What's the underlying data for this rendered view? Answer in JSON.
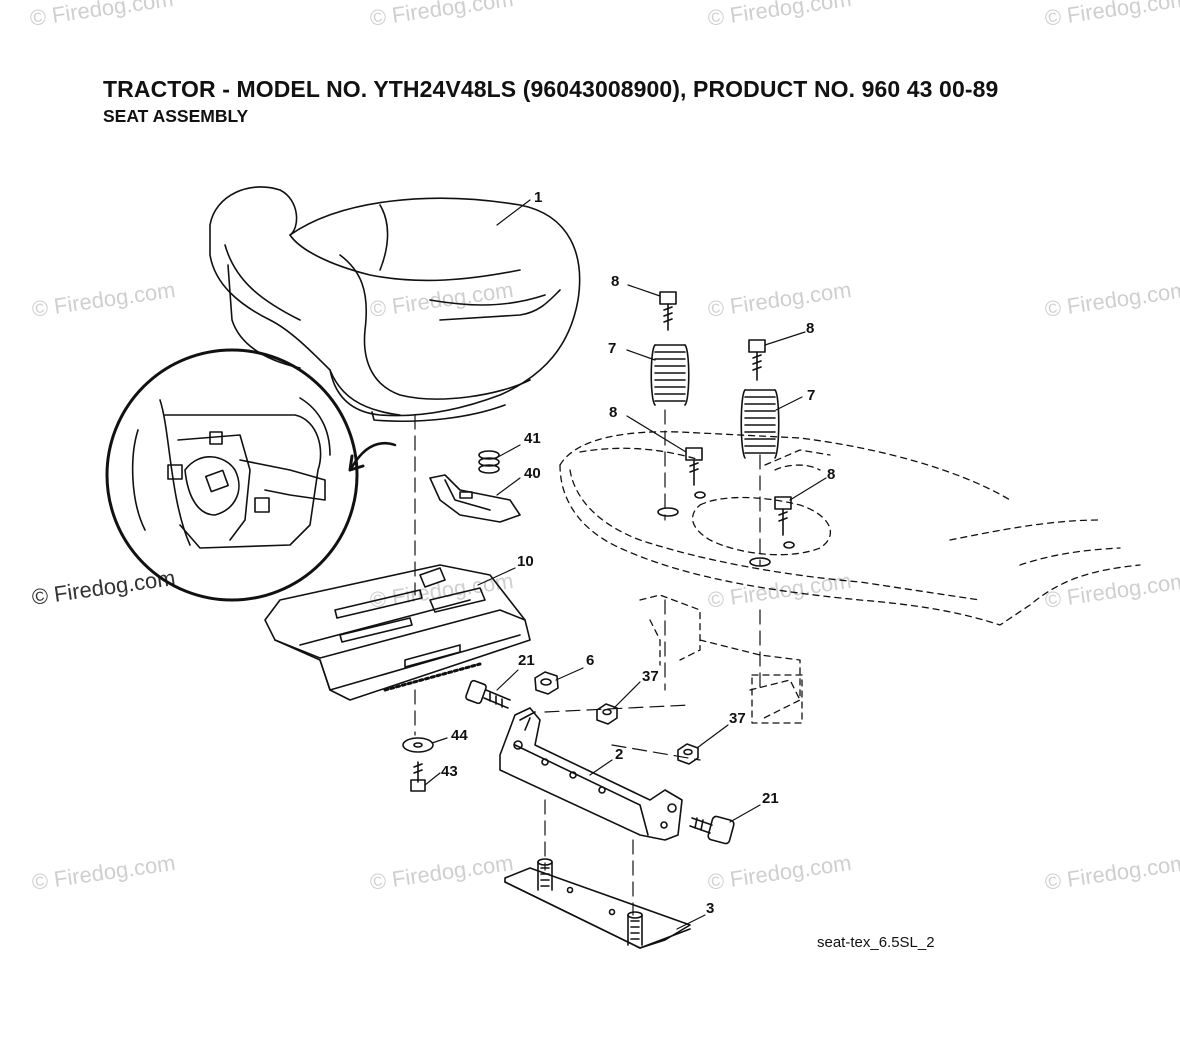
{
  "header": {
    "title": "TRACTOR - MODEL NO. YTH24V48LS (96043008900), PRODUCT NO. 960 43 00-89",
    "subtitle": "SEAT ASSEMBLY"
  },
  "watermark": "© Firedog.com",
  "image_reference": "seat-tex_6.5SL_2",
  "callouts": [
    {
      "id": "c1",
      "label": "1"
    },
    {
      "id": "c8a",
      "label": "8"
    },
    {
      "id": "c7a",
      "label": "7"
    },
    {
      "id": "c8b",
      "label": "8"
    },
    {
      "id": "c7b",
      "label": "7"
    },
    {
      "id": "c8c",
      "label": "8"
    },
    {
      "id": "c8d",
      "label": "8"
    },
    {
      "id": "c41",
      "label": "41"
    },
    {
      "id": "c40",
      "label": "40"
    },
    {
      "id": "c10",
      "label": "10"
    },
    {
      "id": "c21a",
      "label": "21"
    },
    {
      "id": "c6",
      "label": "6"
    },
    {
      "id": "c37a",
      "label": "37"
    },
    {
      "id": "c37b",
      "label": "37"
    },
    {
      "id": "c2",
      "label": "2"
    },
    {
      "id": "c44",
      "label": "44"
    },
    {
      "id": "c43",
      "label": "43"
    },
    {
      "id": "c21b",
      "label": "21"
    },
    {
      "id": "c3",
      "label": "3"
    }
  ]
}
